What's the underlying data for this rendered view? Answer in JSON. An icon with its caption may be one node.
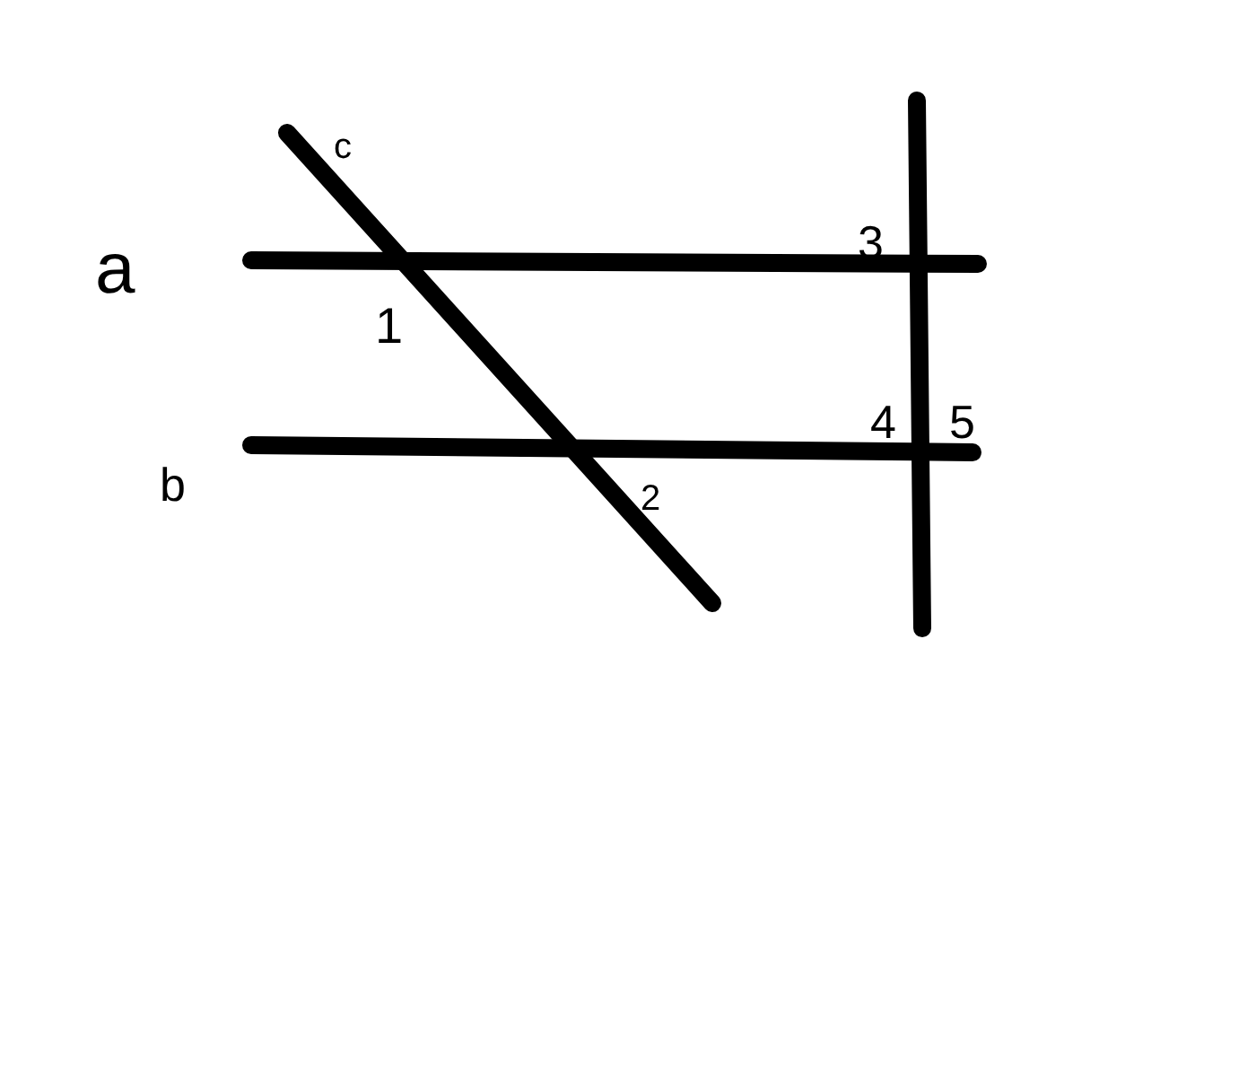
{
  "diagram": {
    "labels": [
      "c",
      "a",
      "3",
      "1",
      "4",
      "5",
      "b",
      "2"
    ]
  }
}
